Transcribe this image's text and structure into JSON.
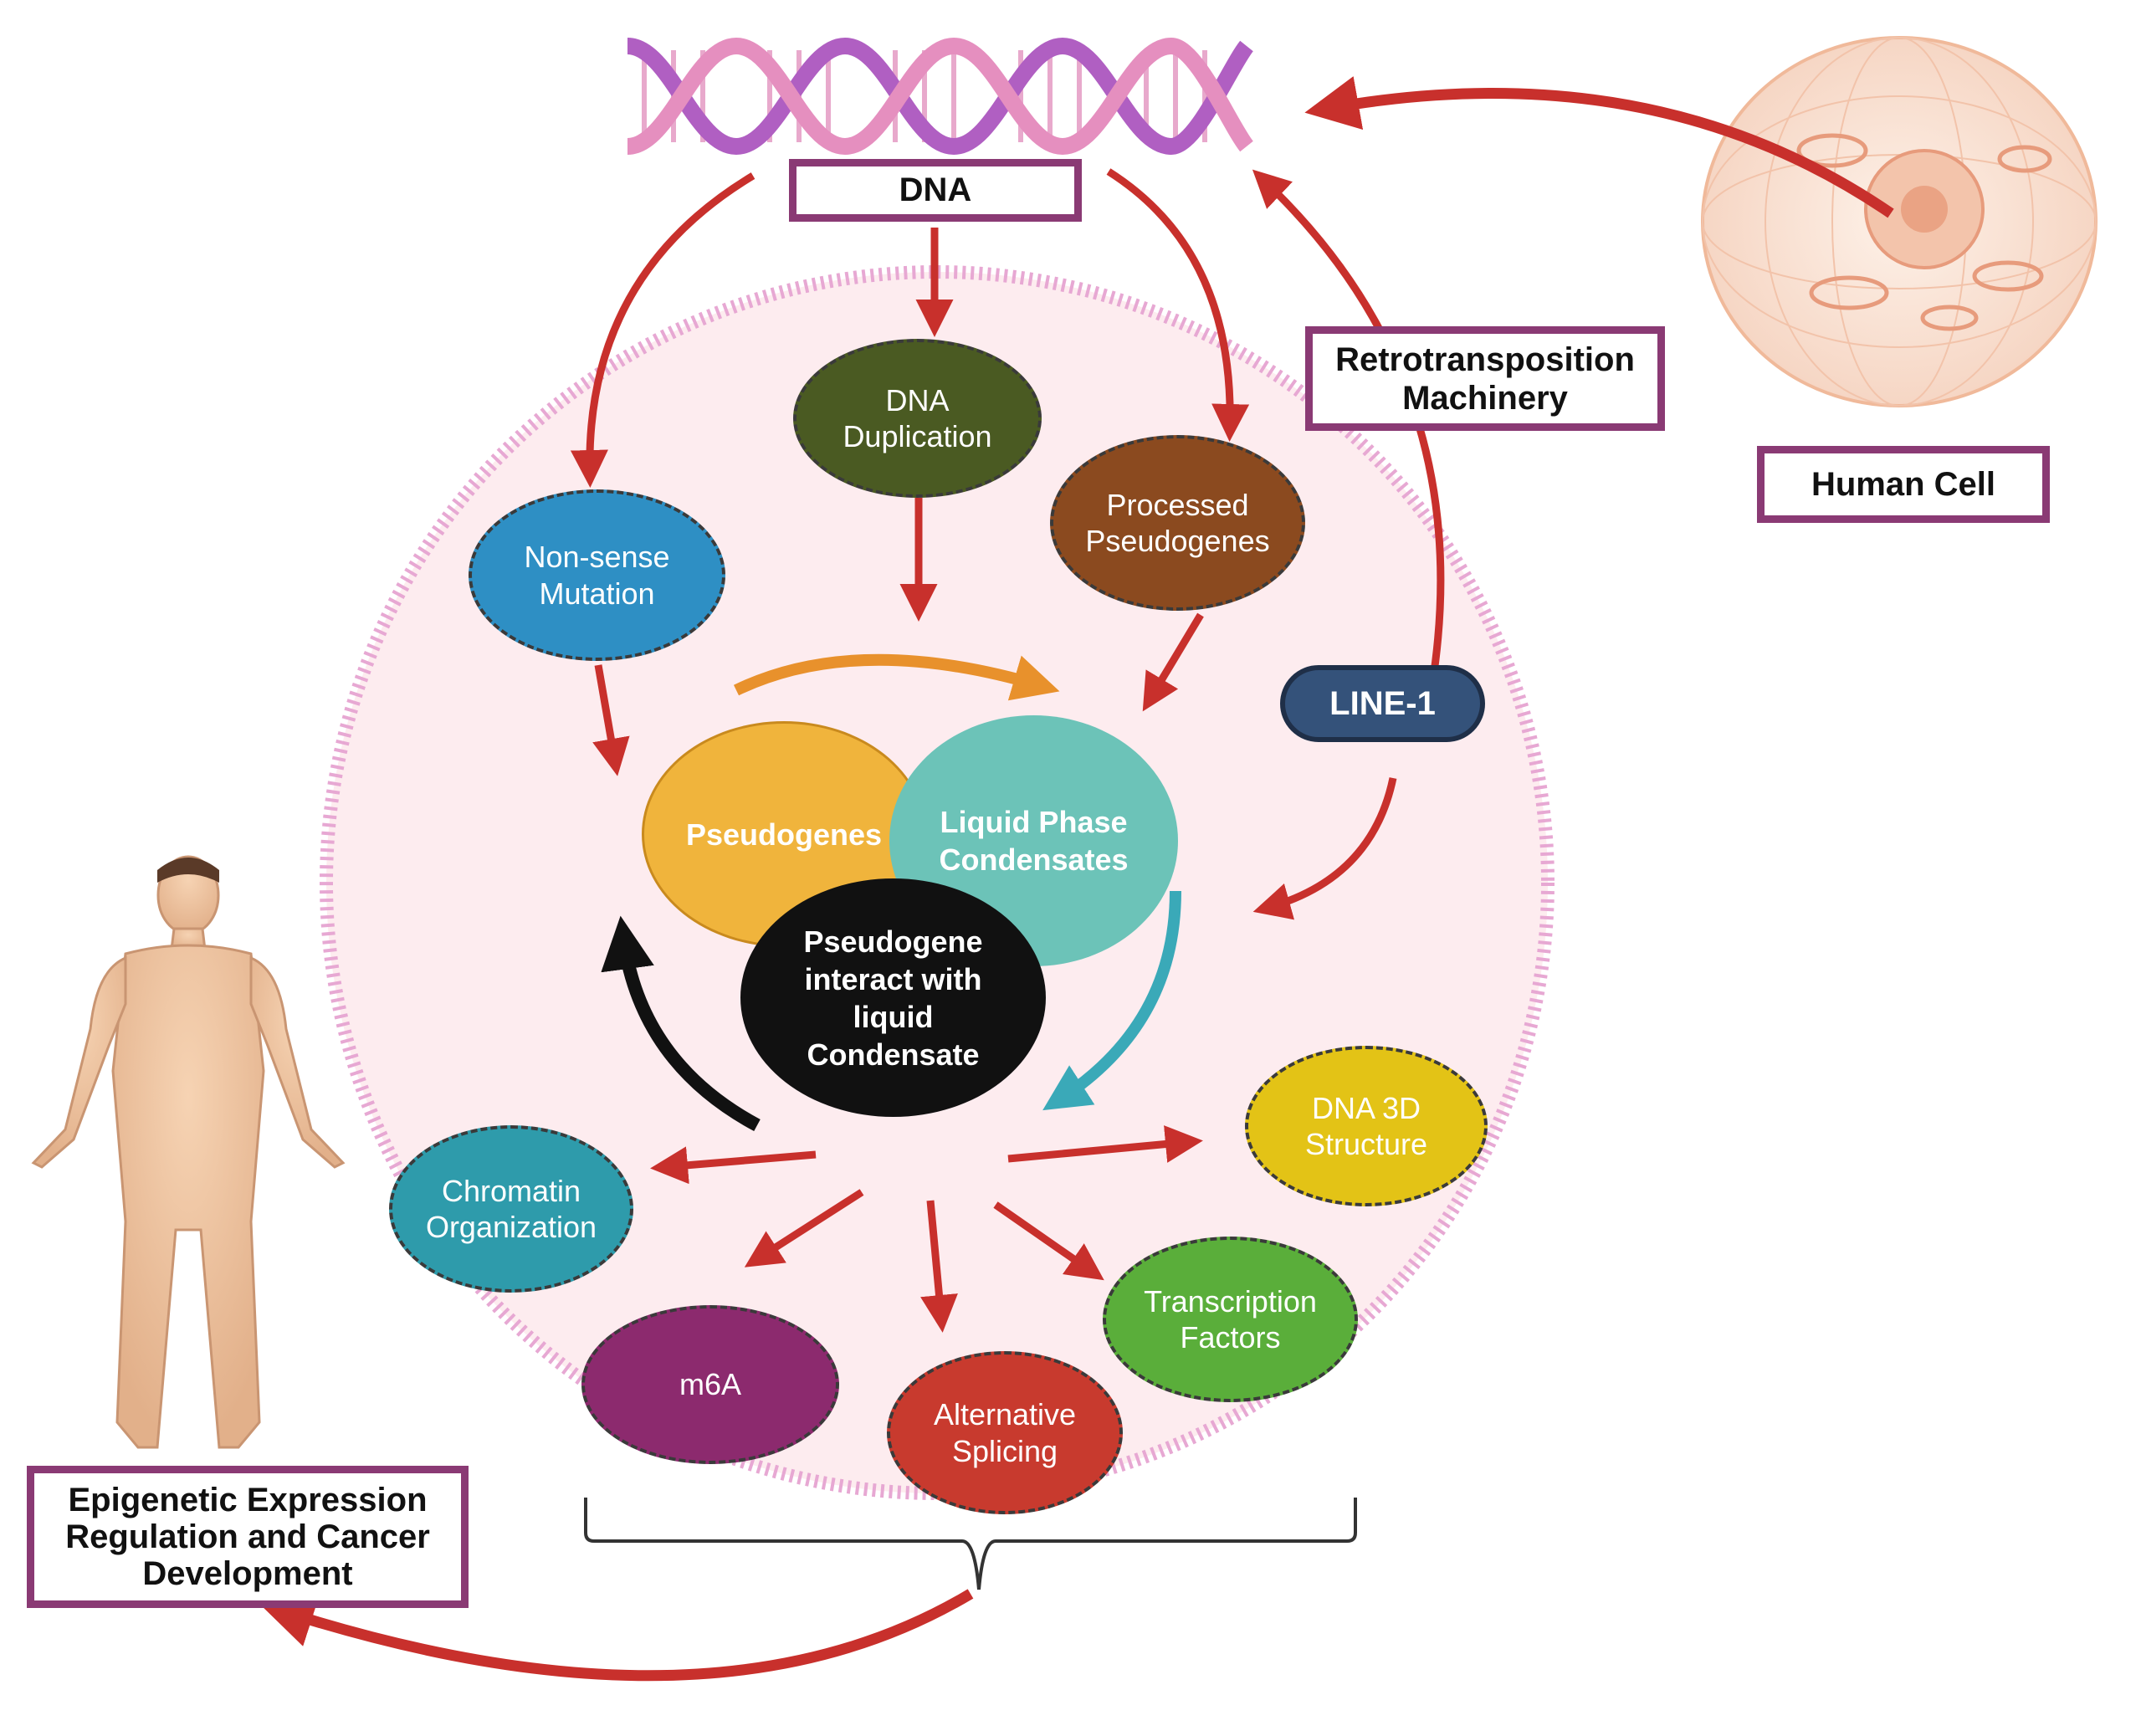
{
  "labels": {
    "dna": "DNA",
    "retrotransposition": "Retrotransposition\nMachinery",
    "human_cell": "Human Cell",
    "line1": "LINE-1",
    "epigenetic": "Epigenetic Expression\nRegulation and Cancer\nDevelopment"
  },
  "nodes": {
    "dna_duplication": "DNA\nDuplication",
    "processed_pseudogenes": "Processed\nPseudogenes",
    "nonsense_mutation": "Non-sense\nMutation",
    "dna_3d_structure": "DNA 3D\nStructure",
    "chromatin_organization": "Chromatin\nOrganization",
    "m6a": "m6A",
    "alternative_splicing": "Alternative\nSplicing",
    "transcription_factors": "Transcription\nFactors"
  },
  "core": {
    "pseudogenes": "Pseudogenes",
    "liquid_phase": "Liquid Phase\nCondensates",
    "interaction": "Pseudogene\ninteract with\nliquid\nCondensate"
  },
  "colors": {
    "box_border": "#8a3a74",
    "arrow_red": "#c8302c",
    "arrow_orange": "#e8912c",
    "arrow_teal": "#3aa9b8",
    "cell_circle_fill": "#fdecef",
    "cell_circle_border": "#e7a8d3",
    "dna_duplication": "#4a5a22",
    "processed_pseudogenes": "#8b4a1f",
    "nonsense_mutation": "#2e8fc4",
    "dna_3d_structure": "#e3c316",
    "chromatin_organization": "#2e9bab",
    "m6a": "#8c2a6e",
    "alternative_splicing": "#c83a2e",
    "transcription_factors": "#5aae3a",
    "line1": "#34527a",
    "pseudogenes": "#f0b43c",
    "liquid_phase": "#6cc3b8",
    "interaction": "#111111"
  },
  "icons": [
    "dna-helix-icon",
    "human-cell-icon",
    "human-body-icon"
  ]
}
